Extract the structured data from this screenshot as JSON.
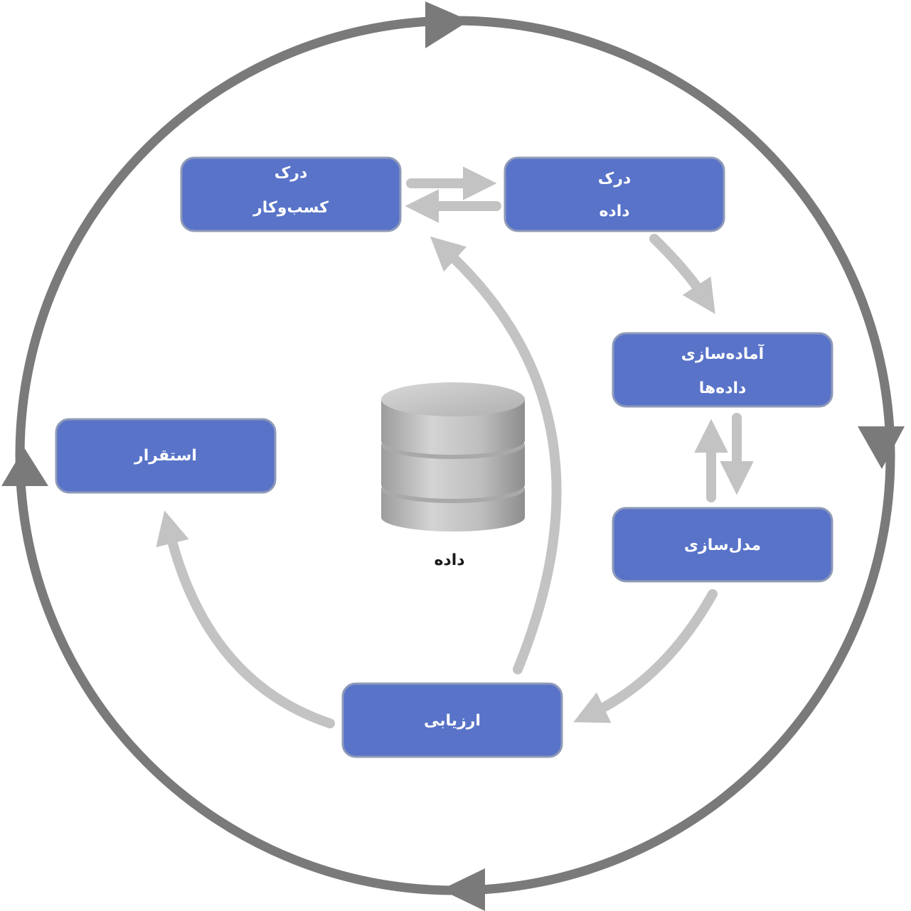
{
  "diagram": {
    "colors": {
      "box_fill": "#5873c8",
      "box_border": "#8e9ab8",
      "outer_ring": "#7a7a7a",
      "inner_arrow": "#c3c3c3",
      "cylinder": "#b7b7b7"
    },
    "nodes": {
      "business_understanding": {
        "line1": "درک",
        "line2": "کسب‌وکار"
      },
      "data_understanding": {
        "line1": "درک",
        "line2": "داده"
      },
      "data_preparation": {
        "line1": "آماده‌سازی",
        "line2": "داده‌ها"
      },
      "modeling": {
        "label": "مدل‌سازی"
      },
      "evaluation": {
        "label": "ارزیابی"
      },
      "deployment": {
        "label": "استقرار"
      }
    },
    "center": {
      "label": "داده",
      "icon": "database-icon"
    }
  }
}
